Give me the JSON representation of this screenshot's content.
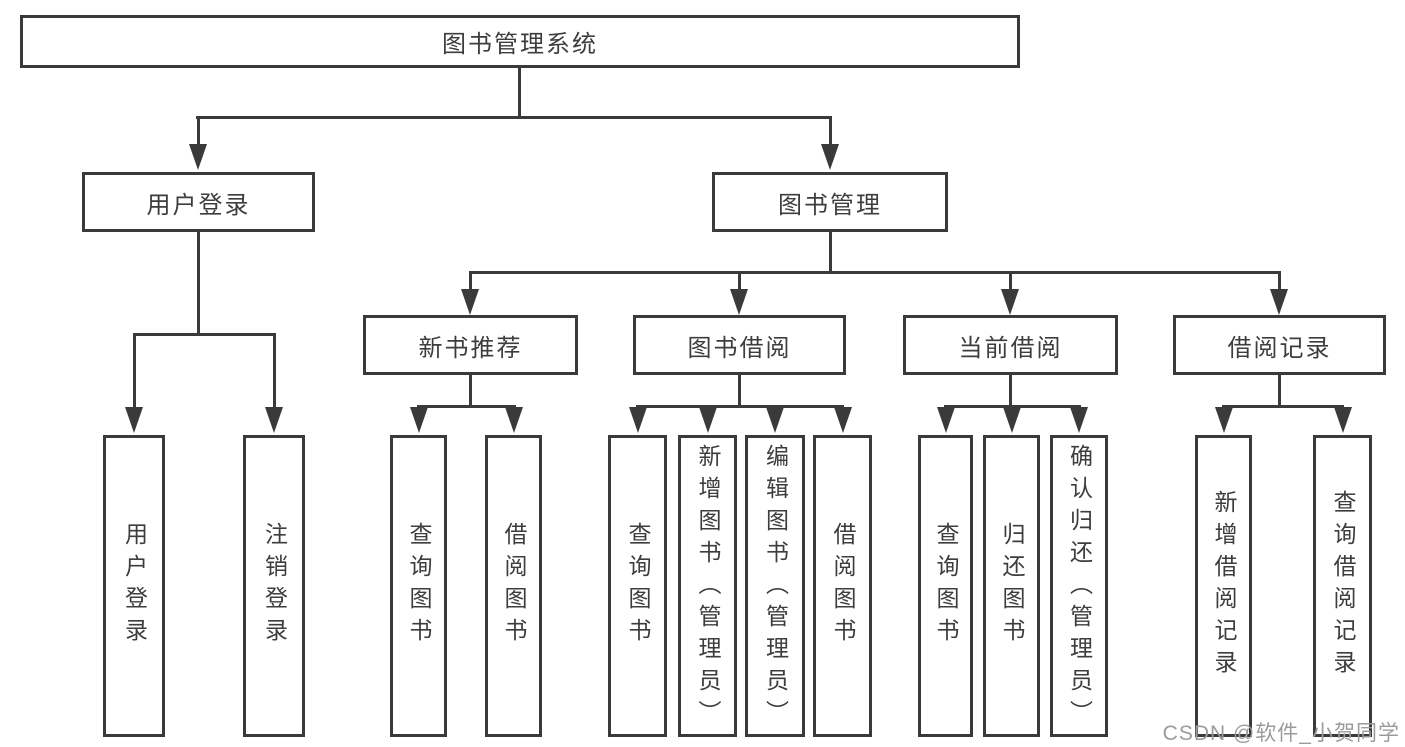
{
  "diagram": {
    "root": {
      "label": "图书管理系统"
    },
    "branches": [
      {
        "label": "用户登录",
        "children": [
          {
            "label": "用户登录"
          },
          {
            "label": "注销登录"
          }
        ]
      },
      {
        "label": "图书管理",
        "children": [
          {
            "label": "新书推荐",
            "children": [
              {
                "label": "查询图书"
              },
              {
                "label": "借阅图书"
              }
            ]
          },
          {
            "label": "图书借阅",
            "children": [
              {
                "label": "查询图书"
              },
              {
                "label": "新增图书（管理员）"
              },
              {
                "label": "编辑图书（管理员）"
              },
              {
                "label": "借阅图书"
              }
            ]
          },
          {
            "label": "当前借阅",
            "children": [
              {
                "label": "查询图书"
              },
              {
                "label": "归还图书"
              },
              {
                "label": "确认归还（管理员）"
              }
            ]
          },
          {
            "label": "借阅记录",
            "children": [
              {
                "label": "新增借阅记录"
              },
              {
                "label": "查询借阅记录"
              }
            ]
          }
        ]
      }
    ]
  },
  "watermark": {
    "text": "CSDN @软件_小贺同学"
  },
  "colors": {
    "line": "#3a3a3a",
    "text": "#3d3d3d",
    "watermark": "#9b9b9b",
    "background": "#ffffff"
  }
}
